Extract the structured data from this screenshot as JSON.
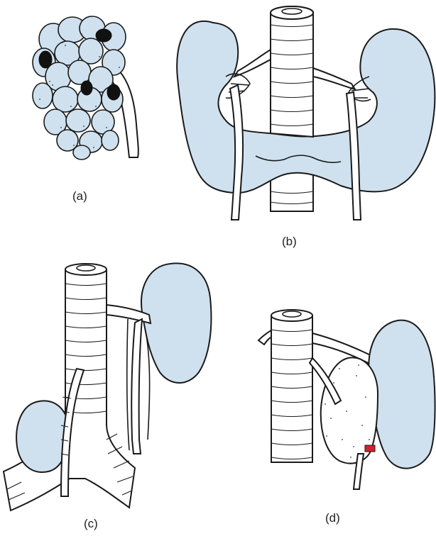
{
  "panels": [
    {
      "label": "(a)"
    },
    {
      "label": "(b)"
    },
    {
      "label": "(c)"
    },
    {
      "label": "(d)"
    }
  ],
  "colors": {
    "kidney_fill": "#cfe1ee",
    "outline": "#1a1a1a",
    "cyst_dark": "#111111",
    "marker_red": "#d62030"
  }
}
